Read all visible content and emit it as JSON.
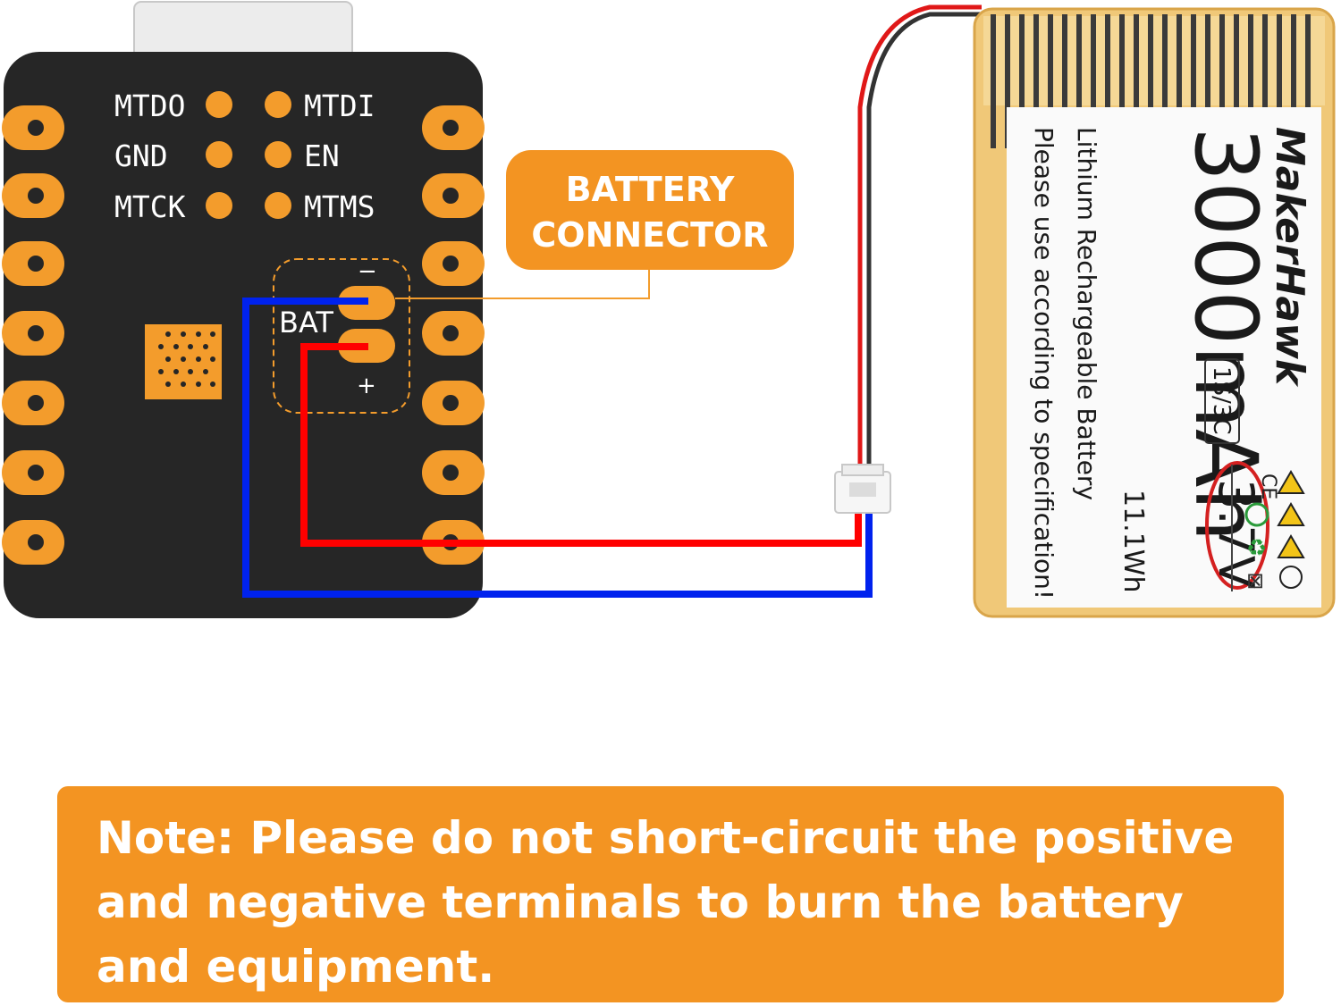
{
  "board": {
    "pins_left": [
      "MTDO",
      "GND",
      "MTCK"
    ],
    "pins_right": [
      "MTDI",
      "EN",
      "MTMS"
    ],
    "bat_label": "BAT",
    "minus_sign": "−",
    "plus_sign": "+"
  },
  "callout": {
    "line1": "BATTERY",
    "line2": "CONNECTOR"
  },
  "battery": {
    "brand": "MakerHawk",
    "capacity": "3000mAh",
    "type": "Lithium Rechargeable Battery",
    "warning": "Please use according to specification!",
    "voltage": "3.7V",
    "rating": "1S/3C",
    "energy": "11.1Wh",
    "ce_mark": "CE"
  },
  "note": {
    "text": "Note: Please do not short-circuit the positive and negative terminals to burn the battery and equipment."
  },
  "colors": {
    "board": "#262626",
    "pad": "#f39c2c",
    "accent": "#f39422",
    "wire_positive": "#ff0000",
    "wire_negative": "#0022ee",
    "battery_foil": "#f0c878",
    "voltage_red": "#d42020",
    "brand_blue": "#1a4fb8"
  }
}
